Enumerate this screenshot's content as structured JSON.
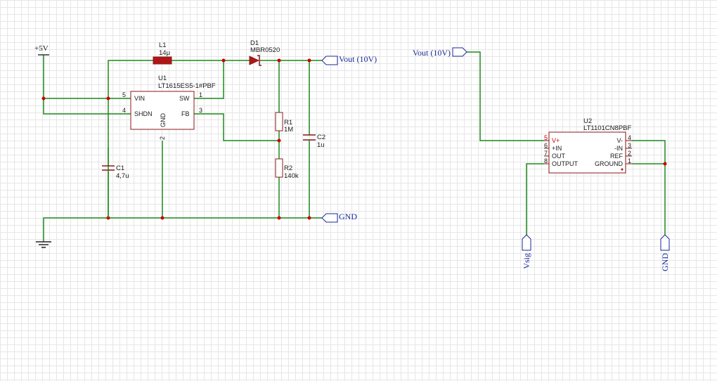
{
  "power": {
    "vcc_label": "+5V"
  },
  "components": {
    "u1": {
      "ref": "U1",
      "value": "LT1615ES5-1#PBF",
      "pins": {
        "vin": "VIN",
        "shdn": "SHDN",
        "gnd": "GND",
        "sw": "SW",
        "fb": "FB"
      },
      "pin_numbers": {
        "vin": "5",
        "shdn": "4",
        "gnd": "2",
        "sw": "1",
        "fb": "3"
      }
    },
    "l1": {
      "ref": "L1",
      "value": "14μ"
    },
    "d1": {
      "ref": "D1",
      "value": "MBR0520"
    },
    "r1": {
      "ref": "R1",
      "value": "1M"
    },
    "r2": {
      "ref": "R2",
      "value": "140k"
    },
    "c1": {
      "ref": "C1",
      "value": "4,7u"
    },
    "c2": {
      "ref": "C2",
      "value": "1u"
    },
    "u2": {
      "ref": "U2",
      "value": "LT1101CN8PBF",
      "pins_left": [
        {
          "num": "5",
          "name": "V+"
        },
        {
          "num": "6",
          "name": "+IN"
        },
        {
          "num": "7",
          "name": "OUT"
        },
        {
          "num": "8",
          "name": "OUTPUT"
        }
      ],
      "pins_right": [
        {
          "num": "4",
          "name": "V-"
        },
        {
          "num": "3",
          "name": "-IN"
        },
        {
          "num": "2",
          "name": "REF"
        },
        {
          "num": "1",
          "name": "GROUND"
        }
      ]
    }
  },
  "net_labels": {
    "vout_left": "Vout (10V)",
    "gnd_left": "GND",
    "vout_right": "Vout (10V)",
    "vsig": "Vsig",
    "gnd_right": "GND"
  },
  "colors": {
    "wire": "#1f8a1f",
    "component": "#8b1a1a",
    "junction": "#cc0000",
    "net_label": "#1a2a99"
  }
}
